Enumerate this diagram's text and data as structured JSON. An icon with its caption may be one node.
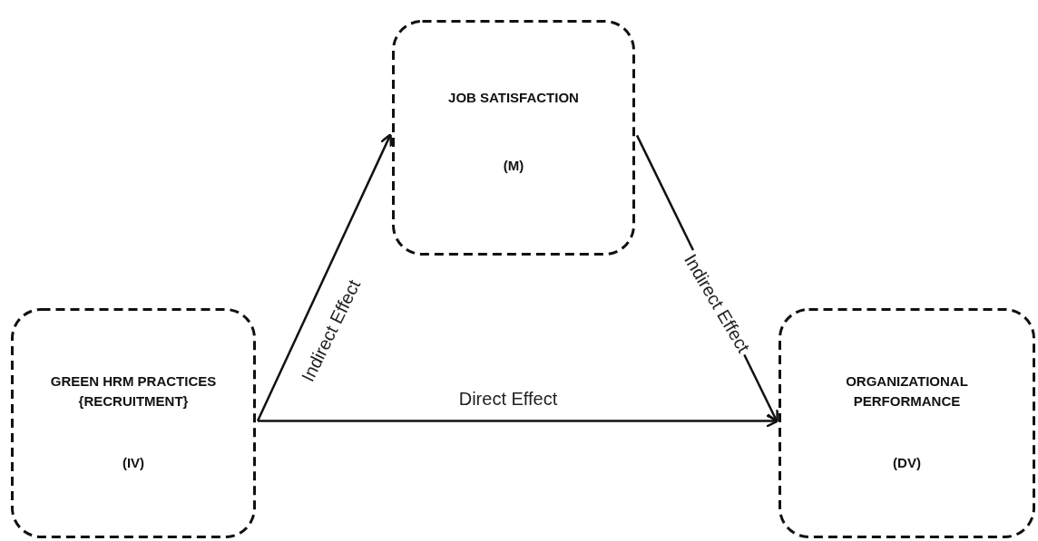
{
  "diagram": {
    "nodes": [
      {
        "text": [
          "GREEN HRM PRACTICES {RECRUITMENT}",
          "(IV)"
        ]
      },
      {
        "text": [
          "JOB SATISFACTION",
          "(M)"
        ]
      },
      {
        "text": [
          "ORGANIZATIONAL PERFORMANCE",
          "(DV)"
        ]
      }
    ],
    "edges": [
      {
        "from": 0,
        "to": 1,
        "arrow": "to",
        "label": "Indirect Effect"
      },
      {
        "from": 1,
        "to": 2,
        "arrow": "to",
        "label": "Indirect Effect"
      },
      {
        "from": 0,
        "to": 2,
        "arrow": "to",
        "label": "Direct Effect"
      }
    ]
  }
}
